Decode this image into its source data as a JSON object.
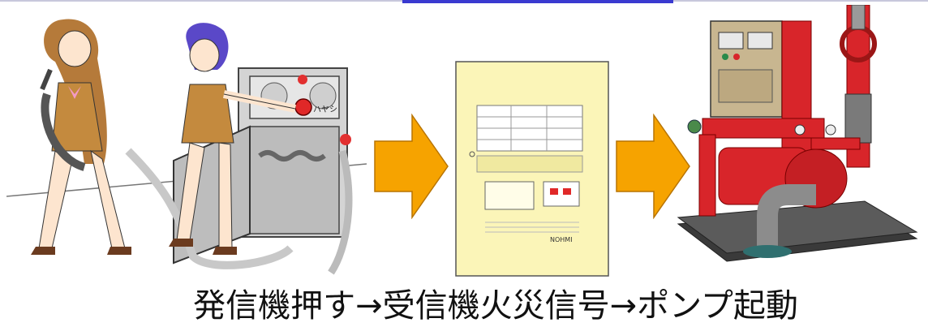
{
  "caption": "発信機押す→受信機火災信号→ポンプ起動",
  "figures": {
    "left": {
      "button_label": "ハヤシ"
    },
    "middle": {
      "panel_label": "NOHMI"
    },
    "right": {
      "control_label": ""
    }
  },
  "colors": {
    "arrow": "#f6a300",
    "pump_red": "#d8252a",
    "panel_fill": "#fbf5b8",
    "cabinet_gray": "#bdbdbd",
    "uniform_brown": "#c48a3e",
    "hair_blue": "#5a48c8",
    "hair_brown": "#b57a3a"
  },
  "icons": [
    "person-with-hose-icon",
    "person-pressing-button-icon",
    "fire-hydrant-cabinet-icon",
    "arrow-right-icon",
    "fire-alarm-receiver-panel-icon",
    "fire-pump-unit-icon"
  ]
}
